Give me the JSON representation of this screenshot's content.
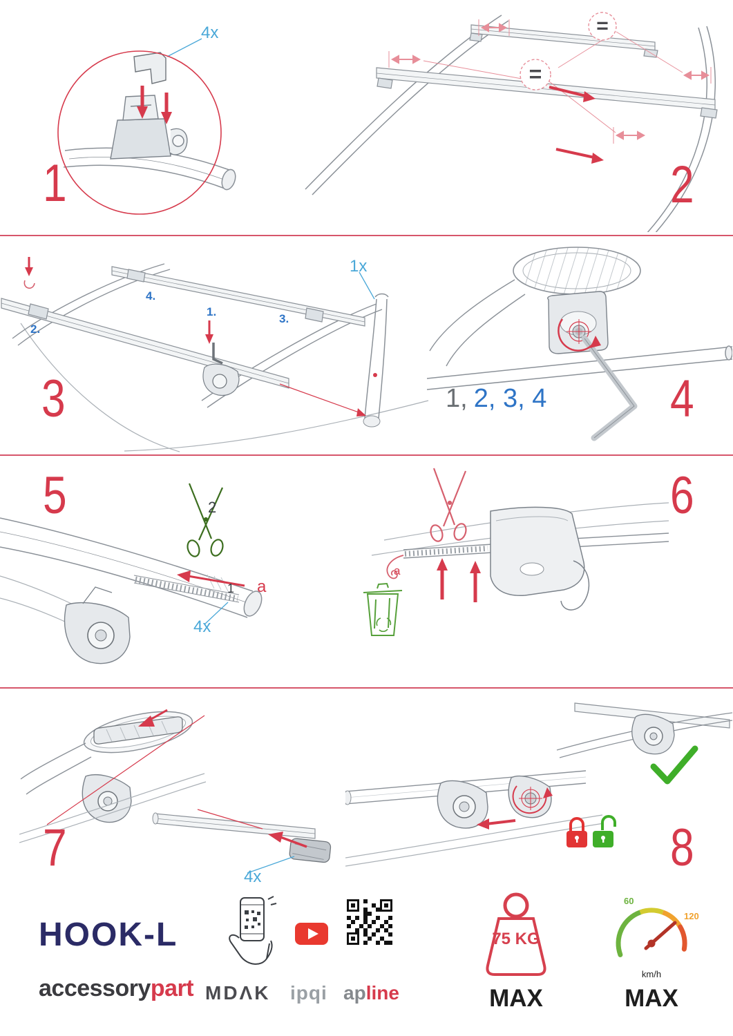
{
  "colors": {
    "accent_red": "#d63a4c",
    "accent_cyan": "#4aa8d8",
    "accent_blue": "#2e74c6",
    "navy": "#2b2b66",
    "green": "#3fae29",
    "youtube_red": "#e9392f"
  },
  "steps": {
    "s1": {
      "number": "1",
      "qty": "4x"
    },
    "s2": {
      "number": "2",
      "equal_a": "=",
      "equal_b": "="
    },
    "s3": {
      "number": "3",
      "qty": "1x",
      "sub_1": "1.",
      "sub_2": "2.",
      "sub_3": "3.",
      "sub_4": "4."
    },
    "s4": {
      "number": "4",
      "seq_gray": "1,",
      "seq_blue": "2, 3, 4"
    },
    "s5": {
      "number": "5",
      "cut_label": "2",
      "insert_label": "1",
      "letter": "a",
      "qty": "4x"
    },
    "s6": {
      "number": "6",
      "letter": "a"
    },
    "s7": {
      "number": "7",
      "qty": "4x"
    },
    "s8": {
      "number": "8"
    }
  },
  "footer": {
    "product_name": "HOOK-L",
    "brand_main": "accessory",
    "brand_accent": "part",
    "logo_mdak": "MDΛK",
    "logo_ipqi": "ipqi",
    "logo_ap": "ap",
    "logo_line": "line",
    "weight_value": "75 KG",
    "weight_max": "MAX",
    "speed_min": "60",
    "speed_max_value": "120",
    "speed_unit": "km/h",
    "speed_max": "MAX"
  }
}
